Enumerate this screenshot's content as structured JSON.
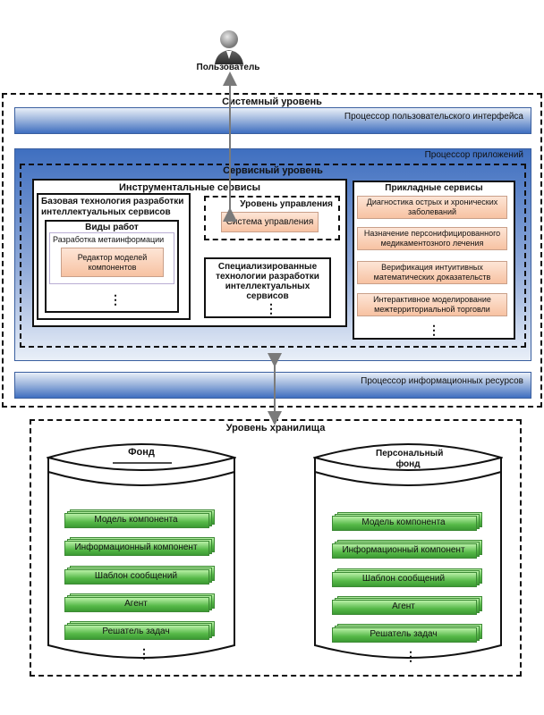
{
  "user": {
    "label": "Пользователь"
  },
  "system_level": {
    "title": "Системный уровень"
  },
  "ui_processor": {
    "label": "Процессор пользовательского интерфейса"
  },
  "app_processor": {
    "label": "Процессор приложений"
  },
  "service_level": {
    "title": "Сервисный уровень"
  },
  "instrumental": {
    "title": "Инструментальные сервисы",
    "base_tech": {
      "title": "Базовая технология разработки интеллектуальных сервисов"
    },
    "work_types": {
      "title": "Виды работ",
      "meta": "Разработка метаинформации",
      "editor": "Редактор моделей компонентов",
      "dots": "⋮"
    },
    "control_level": {
      "title": "Уровень управления",
      "system": "Система управления"
    },
    "specialized": {
      "title": "Специализированные технологии разработки интеллектуальных сервисов",
      "dots": "⋮"
    }
  },
  "applied": {
    "title": "Прикладные сервисы",
    "items": [
      "Диагностика острых и хронических заболеваний",
      "Назначение персонифицированного медикаментозного лечения",
      "Верификация интуитивных математических доказательств",
      "Интерактивное моделирование межтерриториальной торговли"
    ],
    "dots": "⋮"
  },
  "info_processor": {
    "label": "Процессор информационных ресурсов"
  },
  "storage_level": {
    "title": "Уровень хранилища"
  },
  "fund": {
    "title": "Фонд",
    "items": [
      "Модель компонента",
      "Информационный компонент",
      "Шаблон сообщений",
      "Агент",
      "Решатель задач"
    ],
    "dots": "⋮"
  },
  "personal_fund": {
    "title": "Персональный фонд",
    "items": [
      "Модель компонента",
      "Информационный компонент",
      "Шаблон сообщений",
      "Агент",
      "Решатель задач"
    ],
    "dots": "⋮"
  },
  "colors": {
    "bar_blue": "#3f6fc0",
    "peach": "#f7c2a2",
    "green": "#56b948",
    "arrow": "#7a7a7a"
  }
}
